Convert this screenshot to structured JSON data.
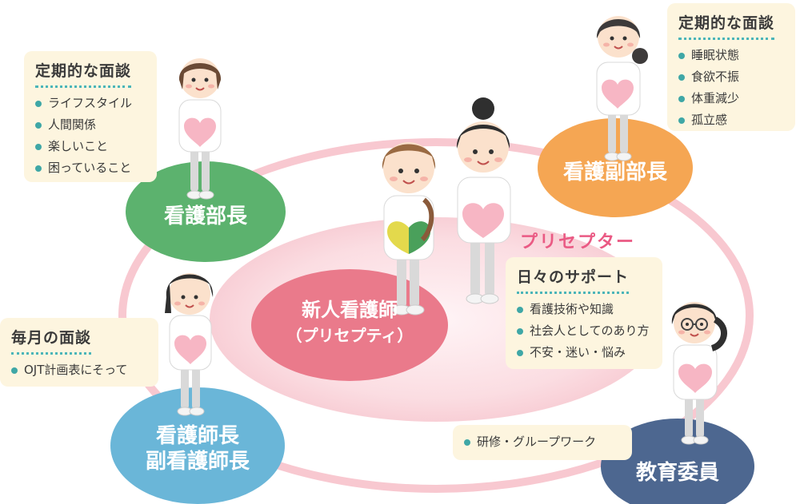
{
  "roles": {
    "nursing_director": "看護部長",
    "deputy_director": "看護副部長",
    "head_nurse_line1": "看護師長",
    "head_nurse_line2": "副看護師長",
    "education_committee": "教育委員",
    "new_nurse_line1": "新人看護師",
    "new_nurse_line2": "（プリセプティ）",
    "preceptor": "プリセプター"
  },
  "cards": {
    "director": {
      "title": "定期的な面談",
      "items": [
        "ライフスタイル",
        "人間関係",
        "楽しいこと",
        "困っていること"
      ]
    },
    "deputy": {
      "title": "定期的な面談",
      "items": [
        "睡眠状態",
        "食欲不振",
        "体重減少",
        "孤立感"
      ]
    },
    "head_nurse": {
      "title": "毎月の面談",
      "items": [
        "OJT計画表にそって"
      ]
    },
    "preceptor": {
      "title": "日々のサポート",
      "items": [
        "看護技術や知識",
        "社会人としてのあり方",
        "不安・迷い・悩み"
      ]
    },
    "education": {
      "items": [
        "研修・グループワーク"
      ]
    }
  },
  "colors": {
    "director": "#5cb26e",
    "deputy": "#f5a653",
    "head_nurse": "#6ab6d8",
    "education": "#4d6790",
    "new_nurse": "#ea7a8b",
    "inner_area": "#fad4d9",
    "outer_ring": "#f8c8d0",
    "preceptor_text": "#ea5a84",
    "card_bg": "#fdf5df",
    "bullet": "#3fa7a6"
  }
}
